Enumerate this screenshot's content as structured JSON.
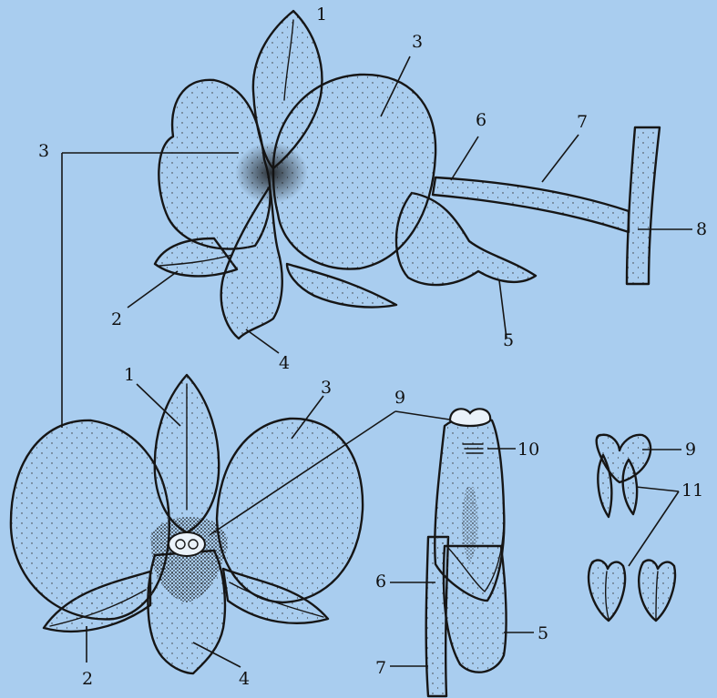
{
  "background_color": "#a9cdef",
  "ink_color": "#161616",
  "labels": {
    "side_view": {
      "n1": "1",
      "n2": "2",
      "n3_left": "3",
      "n3_right": "3",
      "n4": "4",
      "n5": "5",
      "n6": "6",
      "n7": "7",
      "n8": "8"
    },
    "front_view": {
      "n1": "1",
      "n2": "2",
      "n3": "3",
      "n4": "4",
      "n9": "9"
    },
    "column_detail": {
      "n10": "10",
      "n5": "5",
      "n6": "6",
      "n7": "7"
    },
    "pollinia": {
      "n9": "9",
      "n11": "11"
    }
  }
}
